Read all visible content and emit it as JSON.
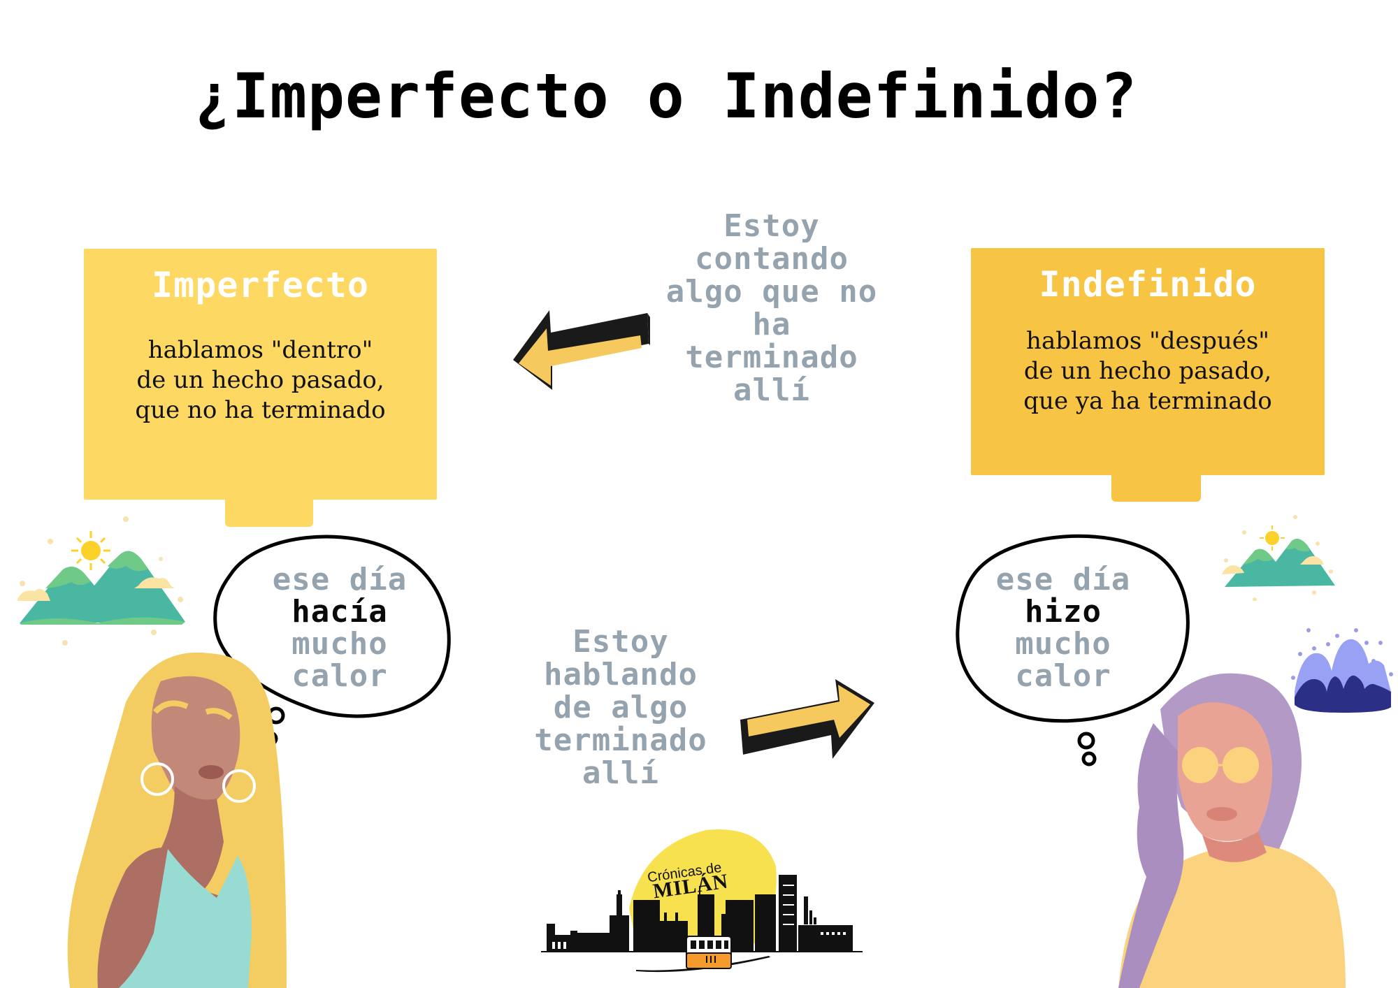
{
  "title": "¿Imperfecto o Indefinido?",
  "colors": {
    "box_imperfecto": "#fdd862",
    "box_indefinido": "#f8c443",
    "stencil_grey": "#95a3ae",
    "arrow_fill": "#f6c95e",
    "arrow_shadow": "#1a1a1a"
  },
  "imperfecto": {
    "heading": "Imperfecto",
    "body_lines": [
      "hablamos \"dentro\"",
      "de un hecho pasado,",
      "que no ha terminado"
    ]
  },
  "indefinido": {
    "heading": "Indefinido",
    "body_lines": [
      "hablamos \"después\"",
      "de un hecho pasado,",
      "que ya ha terminado"
    ]
  },
  "note_top": {
    "lines": [
      "Estoy",
      "contando",
      "algo que no",
      "ha",
      "terminado",
      "allí"
    ],
    "arrow_direction": "left"
  },
  "note_bottom": {
    "lines": [
      "Estoy",
      "hablando",
      "de algo",
      "terminado",
      "allí"
    ],
    "arrow_direction": "right"
  },
  "bubble_imperfecto": {
    "lines": [
      "ese día",
      "hacía",
      "mucho",
      "calor"
    ],
    "highlight_index": 1
  },
  "bubble_indefinido": {
    "lines": [
      "ese día",
      "hizo",
      "mucho",
      "calor"
    ],
    "highlight_index": 1
  },
  "logo": {
    "small_text": "Crónicas de",
    "main_text": "MILÁN"
  },
  "icons": {
    "arrow_left": "arrow-left-icon",
    "arrow_right": "arrow-right-icon",
    "mountains_sun": "mountains-sun-icon",
    "mountains_snow": "mountains-snow-icon",
    "thought_bubble": "thought-bubble-icon"
  }
}
